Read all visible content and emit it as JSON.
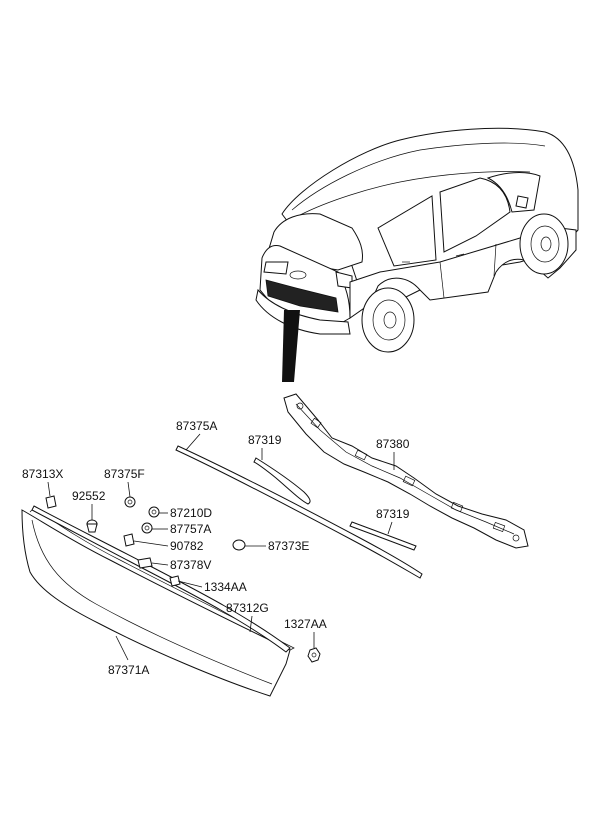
{
  "diagram": {
    "labels": {
      "p87313X": "87313X",
      "p87375F": "87375F",
      "p92552": "92552",
      "p87210D": "87210D",
      "p87757A": "87757A",
      "p90782": "90782",
      "p87373E": "87373E",
      "p87378V": "87378V",
      "p1334AA": "1334AA",
      "p87312G": "87312G",
      "p1327AA": "1327AA",
      "p87371A": "87371A",
      "p87375A": "87375A",
      "p87319_upper": "87319",
      "p87380": "87380",
      "p87319_lower": "87319"
    },
    "icons": [
      "vehicle-rear-illustration",
      "location-pointer-icon"
    ]
  }
}
